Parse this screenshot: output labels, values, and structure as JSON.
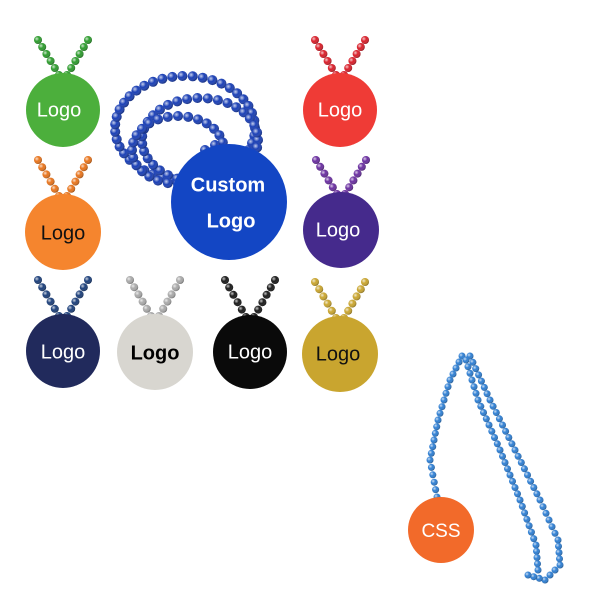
{
  "medallions": [
    {
      "label": "Logo",
      "medal_color": "#4caf3c",
      "bead_color": "#2e9c2e",
      "text_color": "#ffffff"
    },
    {
      "label": "Logo",
      "medal_color": "#ef3b36",
      "bead_color": "#d91f2a",
      "text_color": "#ffffff"
    },
    {
      "label": "Logo",
      "medal_color": "#f5852e",
      "bead_color": "#e8741c",
      "text_color": "#111111"
    },
    {
      "label": "Logo",
      "medal_color": "#452a8c",
      "bead_color": "#6a2fa0",
      "text_color": "#ffffff"
    },
    {
      "label": "Logo",
      "medal_color": "#212a5c",
      "bead_color": "#1c3f7a",
      "text_color": "#ffffff"
    },
    {
      "label": "Logo",
      "medal_color": "#d8d6d0",
      "bead_color": "#a9a9a9",
      "text_color": "#000000"
    },
    {
      "label": "Logo",
      "medal_color": "#0a0a0a",
      "bead_color": "#1a1a1a",
      "text_color": "#ffffff"
    },
    {
      "label": "Logo",
      "medal_color": "#c9a52f",
      "bead_color": "#c9a52f",
      "text_color": "#111111"
    }
  ],
  "featured": {
    "line1": "Custom",
    "line2": "Logo",
    "medal_color": "#1346c4",
    "bead_color": "#1a3fb5",
    "text_color": "#ffffff"
  },
  "necklace": {
    "label": "CSS",
    "medal_color": "#f26a2a",
    "bead_color": "#2f7fd3",
    "text_color": "#ffffff"
  }
}
